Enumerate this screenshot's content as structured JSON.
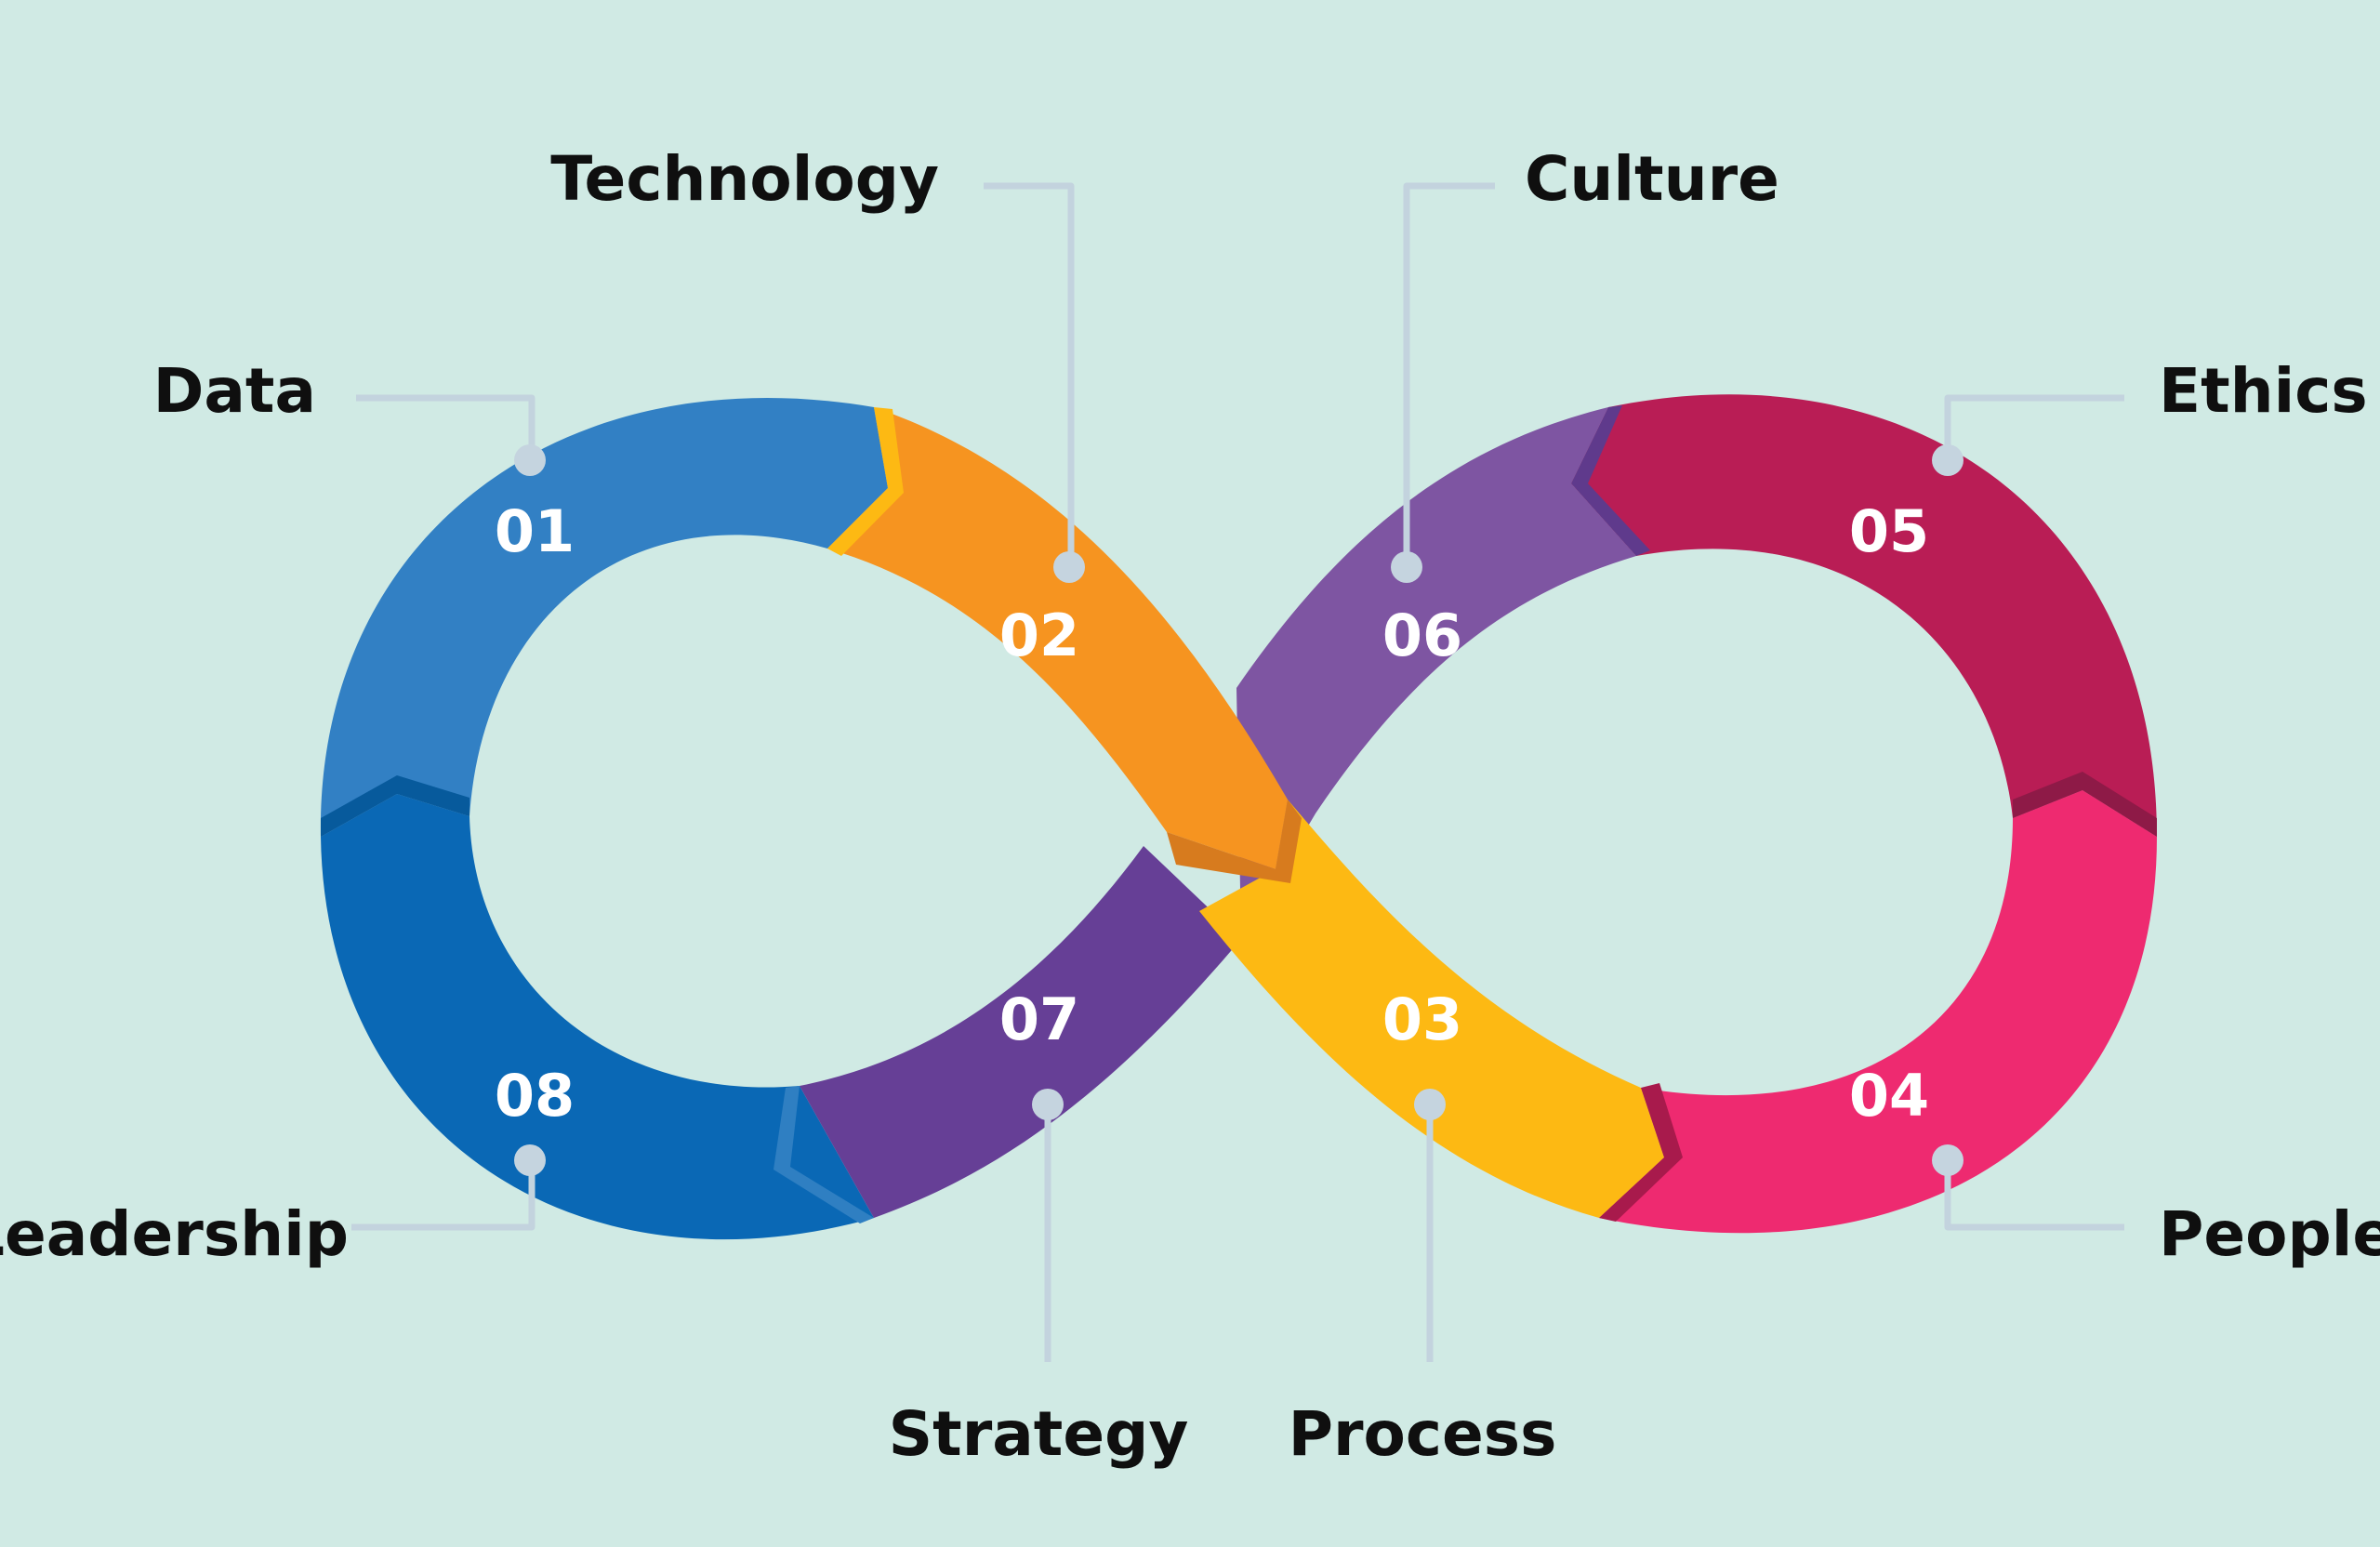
{
  "diagram": {
    "segments": [
      {
        "id": "01",
        "label": "Data",
        "color": "#3280c4"
      },
      {
        "id": "02",
        "label": "Technology",
        "color": "#f69420"
      },
      {
        "id": "03",
        "label": "Process",
        "color": "#fdb913"
      },
      {
        "id": "04",
        "label": "People",
        "color": "#ee2a70"
      },
      {
        "id": "05",
        "label": "Ethics",
        "color": "#b91d55"
      },
      {
        "id": "06",
        "label": "Culture",
        "color": "#7e55a2"
      },
      {
        "id": "07",
        "label": "Strategy",
        "color": "#663f96"
      },
      {
        "id": "08",
        "label": "Leadership",
        "color": "#0a68b5"
      }
    ]
  }
}
